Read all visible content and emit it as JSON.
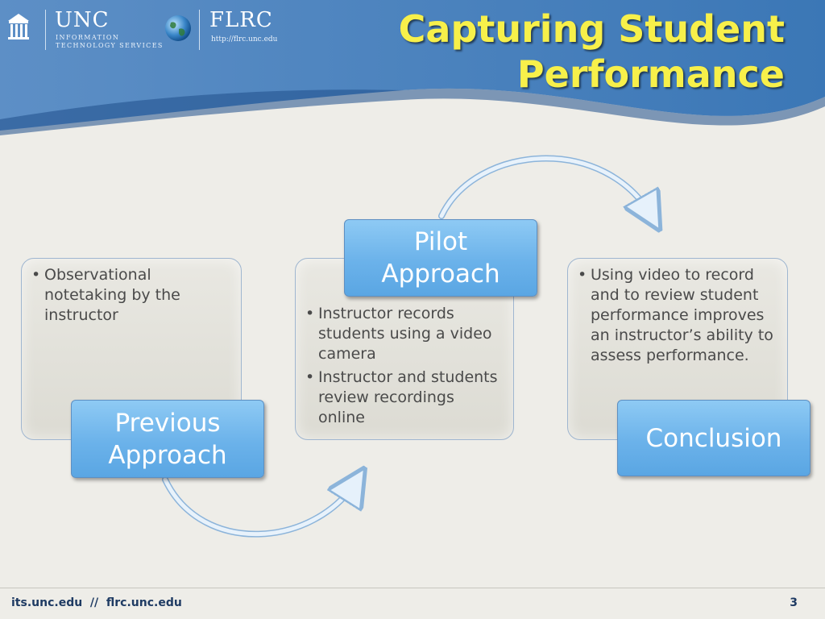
{
  "header": {
    "logo_unc": "UNC",
    "logo_its_line1": "INFORMATION",
    "logo_its_line2": "TECHNOLOGY SERVICES",
    "logo_flrc": "FLRC",
    "logo_flrc_url": "http://flrc.unc.edu",
    "title_line1": "Capturing Student",
    "title_line2": "Performance",
    "colors": {
      "title": "#f7f04a",
      "header_blue": "#3d78b8",
      "accent_box": "#6bb2ea"
    }
  },
  "diagram": {
    "previous": {
      "label_line1": "Previous",
      "label_line2": "Approach",
      "bullets": [
        "Observational notetaking by the instructor"
      ]
    },
    "pilot": {
      "label_line1": "Pilot",
      "label_line2": "Approach",
      "bullets": [
        "Instructor records students using a video camera",
        "Instructor and students review recordings online"
      ]
    },
    "conclusion": {
      "label": "Conclusion",
      "bullets": [
        "Using video to record and to review student performance improves an instructor’s ability to assess performance."
      ]
    }
  },
  "footer": {
    "left_text": "its.unc.edu  //  flrc.unc.edu",
    "page_number": "3"
  }
}
